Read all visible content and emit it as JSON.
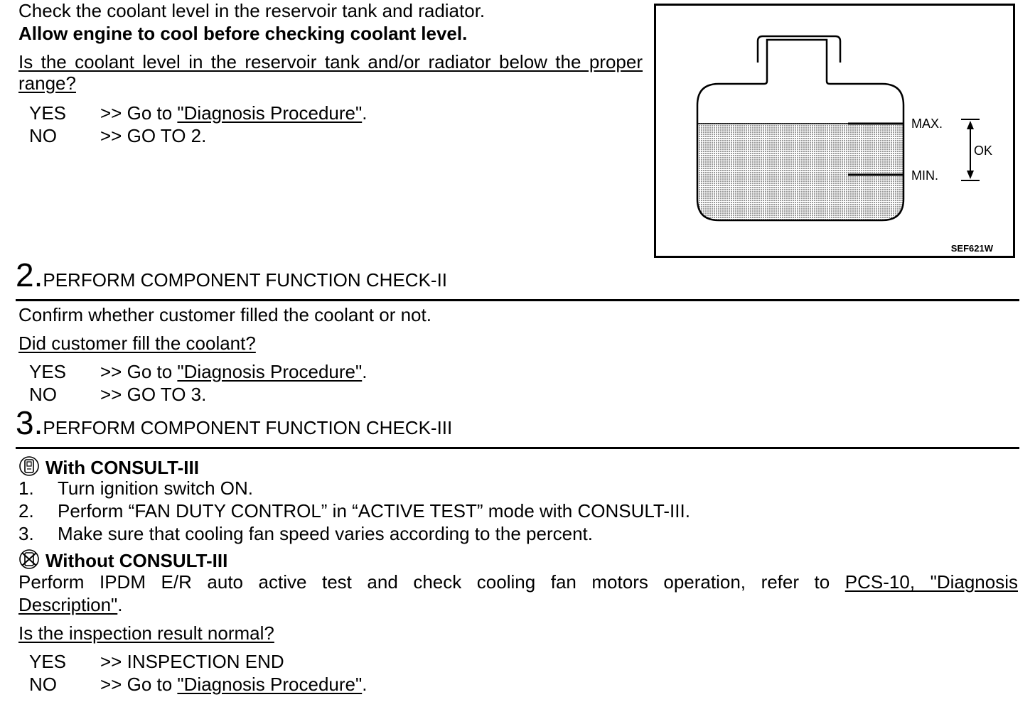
{
  "step1": {
    "instruction": "Check the coolant level in the reservoir tank and radiator.",
    "warning": "Allow engine to cool before checking coolant level.",
    "question": "Is the coolant level in the reservoir tank and/or radiator below the proper range?",
    "yes_key": "YES",
    "yes_prefix": ">> Go to ",
    "yes_link": "\"Diagnosis Procedure\"",
    "yes_suffix": ".",
    "no_key": "NO",
    "no_text": ">> GO TO 2."
  },
  "figure": {
    "max_label": "MAX.",
    "min_label": "MIN.",
    "ok_label": "OK",
    "code": "SEF621W",
    "liquid_color": "#c8c8c8"
  },
  "step2": {
    "number": "2.",
    "title": "PERFORM COMPONENT FUNCTION CHECK-II",
    "instruction": "Confirm whether customer filled the coolant or not.",
    "question": "Did customer fill the coolant?",
    "yes_key": "YES",
    "yes_prefix": ">> Go to ",
    "yes_link": "\"Diagnosis Procedure\"",
    "yes_suffix": ".",
    "no_key": "NO",
    "no_text": ">> GO TO 3."
  },
  "step3": {
    "number": "3.",
    "title": "PERFORM COMPONENT FUNCTION CHECK-III",
    "with_heading": "With CONSULT-III",
    "items": [
      {
        "num": "1.",
        "text": "Turn ignition switch ON."
      },
      {
        "num": "2.",
        "text": "Perform “FAN DUTY CONTROL” in “ACTIVE TEST” mode with CONSULT-III."
      },
      {
        "num": "3.",
        "text": "Make sure that cooling fan speed varies according to the percent."
      }
    ],
    "without_heading": "Without CONSULT-III",
    "without_text_line1": "Perform IPDM E/R auto active test and check cooling fan motors operation, refer to",
    "without_link_line1": "PCS-10, \"Diagnosis",
    "without_link_line2": "Description\"",
    "without_suffix": ".",
    "question": "Is the inspection result normal?",
    "yes_key": "YES",
    "yes_text": ">> INSPECTION END",
    "no_key": "NO",
    "no_prefix": ">> Go to ",
    "no_link": "\"Diagnosis Procedure\"",
    "no_suffix": "."
  }
}
